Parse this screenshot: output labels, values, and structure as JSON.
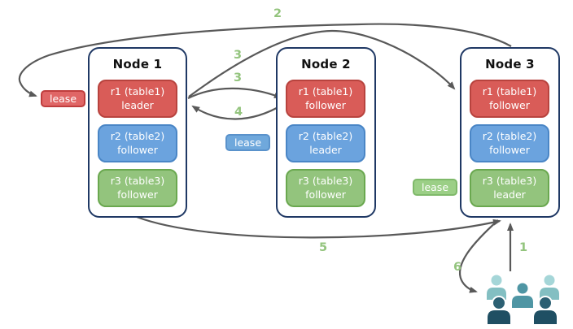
{
  "nodes": [
    {
      "title": "Node 1",
      "replicas": [
        {
          "name": "r1 (table1)",
          "role": "leader",
          "color": "red"
        },
        {
          "name": "r2 (table2)",
          "role": "follower",
          "color": "blue"
        },
        {
          "name": "r3 (table3)",
          "role": "follower",
          "color": "green"
        }
      ]
    },
    {
      "title": "Node 2",
      "replicas": [
        {
          "name": "r1 (table1)",
          "role": "follower",
          "color": "red"
        },
        {
          "name": "r2 (table2)",
          "role": "leader",
          "color": "blue"
        },
        {
          "name": "r3 (table3)",
          "role": "follower",
          "color": "green"
        }
      ]
    },
    {
      "title": "Node 3",
      "replicas": [
        {
          "name": "r1 (table1)",
          "role": "follower",
          "color": "red"
        },
        {
          "name": "r2 (table2)",
          "role": "follower",
          "color": "blue"
        },
        {
          "name": "r3 (table3)",
          "role": "leader",
          "color": "green"
        }
      ]
    }
  ],
  "leases": [
    {
      "label": "lease",
      "color": "red"
    },
    {
      "label": "lease",
      "color": "blue"
    },
    {
      "label": "lease",
      "color": "green"
    }
  ],
  "steps": {
    "s1": "1",
    "s2": "2",
    "s3a": "3",
    "s3b": "3",
    "s4": "4",
    "s5": "5",
    "s6": "6"
  },
  "icons": {
    "clients": "users-group-icon"
  },
  "colors": {
    "node_border": "#1f3864",
    "replica_red_fill": "#d95c58",
    "replica_red_border": "#b8433e",
    "replica_blue_fill": "#6ba3de",
    "replica_blue_border": "#4a86c6",
    "replica_green_fill": "#93c47d",
    "replica_green_border": "#6aa84f",
    "lease_red_fill": "#e06666",
    "lease_red_border": "#bf3d3d",
    "lease_blue_fill": "#6fa8dc",
    "lease_blue_border": "#5a92cb",
    "lease_green_fill": "#9bcf86",
    "lease_green_border": "#7fb96a",
    "arrow": "#595959",
    "step_label": "#93c47d",
    "people_light_head": "#a5d6d8",
    "people_light_body": "#83bfc2",
    "people_mid": "#4f96a4",
    "people_dark_head": "#2c6073",
    "people_dark_body": "#1f4f63"
  }
}
